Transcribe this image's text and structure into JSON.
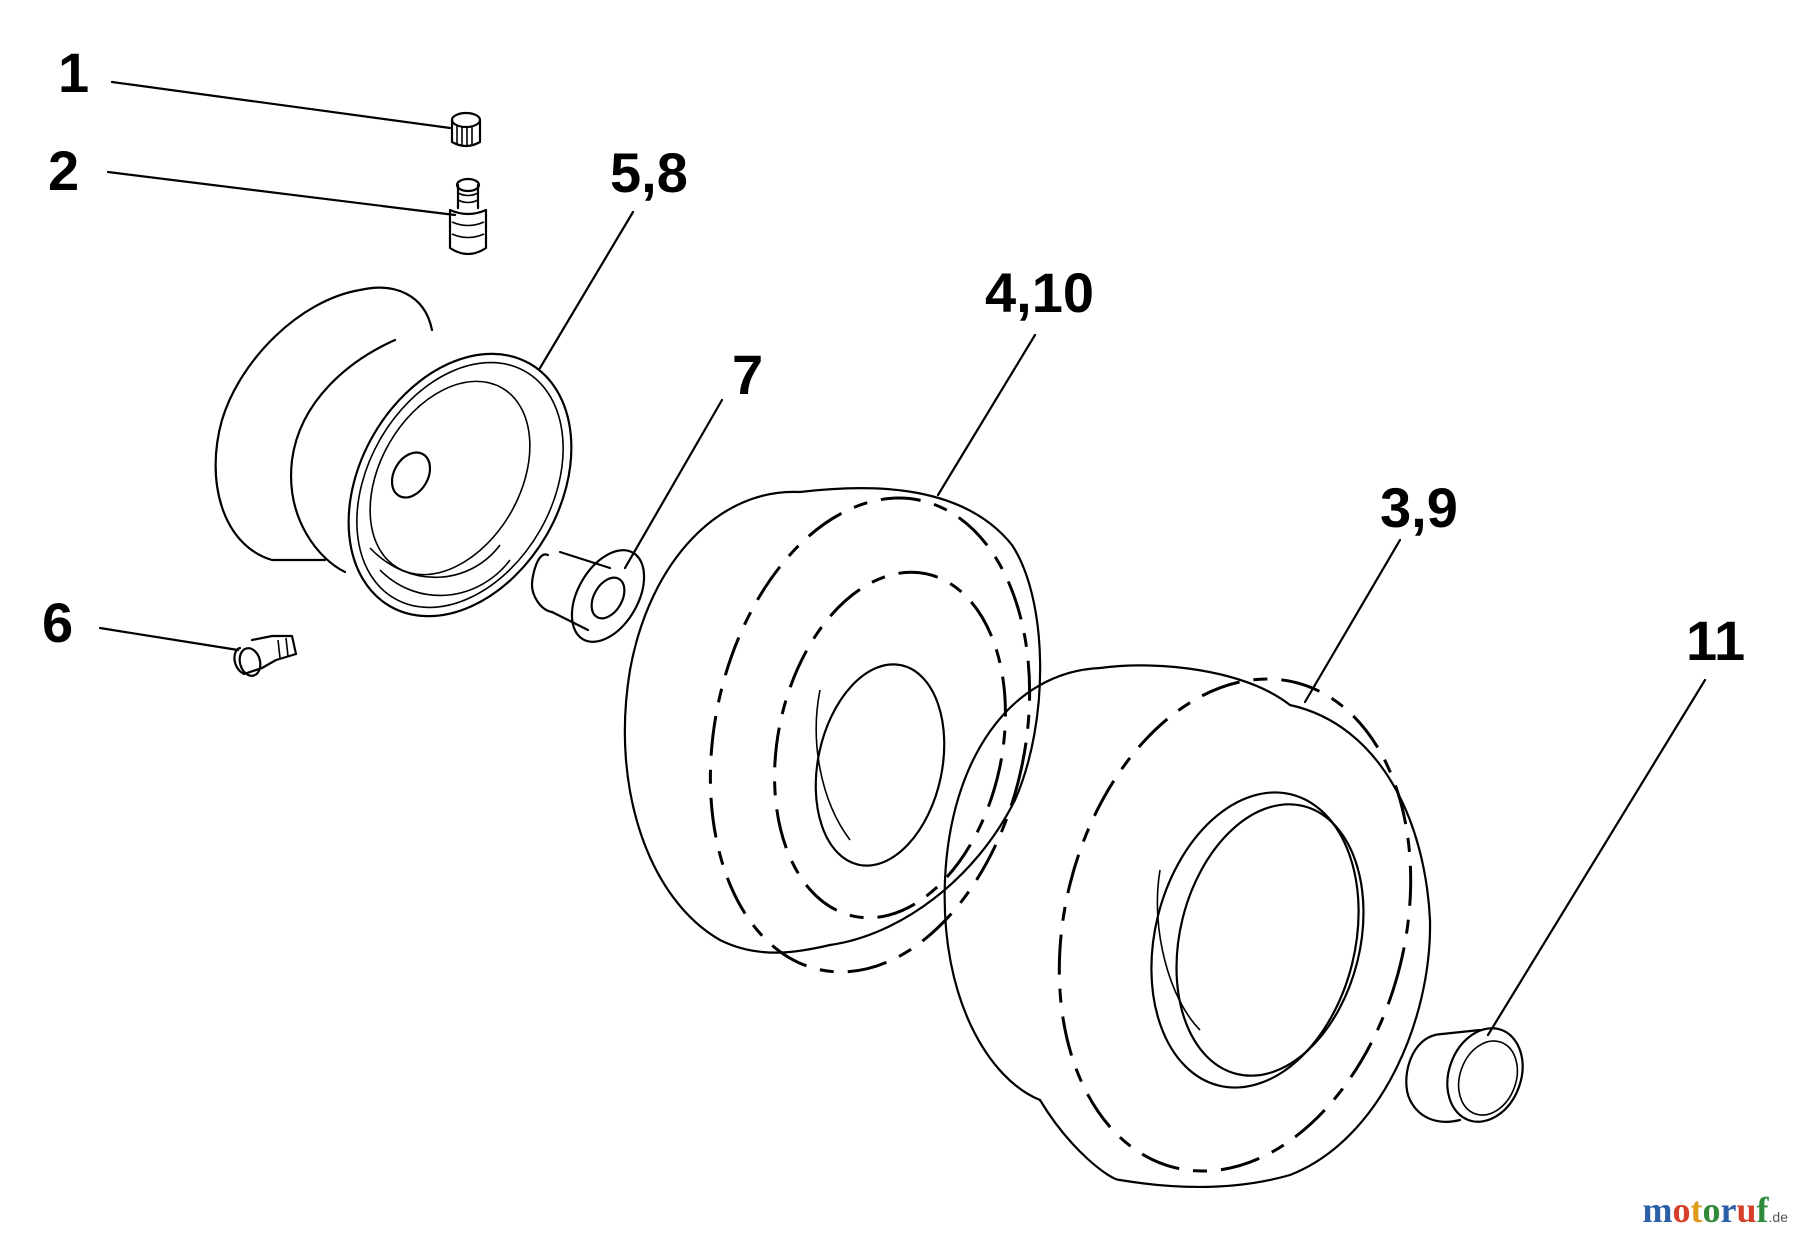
{
  "callouts": {
    "c1": "1",
    "c2": "2",
    "c58": "5,8",
    "c7": "7",
    "c410": "4,10",
    "c39": "3,9",
    "c6": "6",
    "c11": "11"
  },
  "watermark": {
    "m": "m",
    "o1": "o",
    "t": "t",
    "o2": "o",
    "r": "r",
    "u": "u",
    "f": "f",
    "suffix": ".de",
    "colors": [
      "#2b5fa8",
      "#d6402b",
      "#e09a1c",
      "#2f8a3a",
      "#2b5fa8",
      "#d6402b",
      "#2f8a3a"
    ]
  }
}
